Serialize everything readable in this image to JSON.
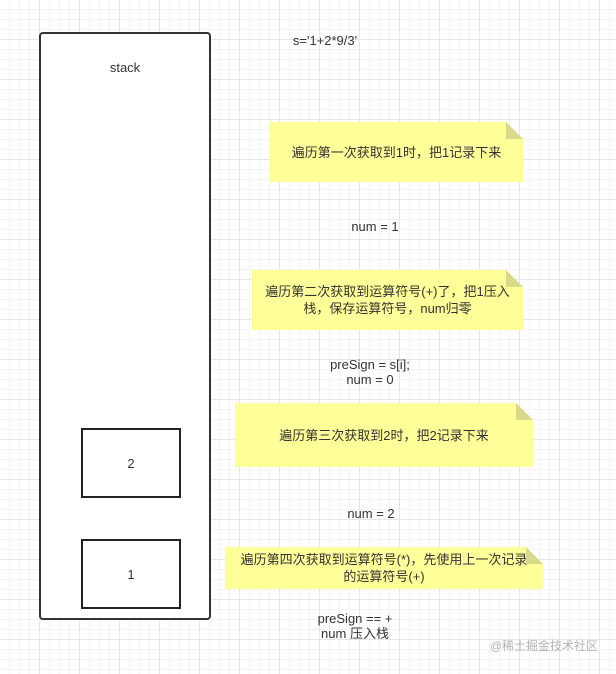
{
  "stack": {
    "label": "stack",
    "cells": [
      "2",
      "1"
    ]
  },
  "expression": "s='1+2*9/3'",
  "notes": [
    [
      "遍历第一次获取到1时，把1记录下来"
    ],
    [
      "遍历第二次获取到运算符号(+)了，把1压入",
      "栈，保存运算符号，num归零"
    ],
    [
      "遍历第三次获取到2时，把2记录下来"
    ],
    [
      "遍历第四次获取到运算符号(*)，先使用上一次记录",
      "的运算符号(+)"
    ]
  ],
  "steps": {
    "num_1": "num = 1",
    "presign_1": [
      "preSign = s[i];",
      "num = 0"
    ],
    "num_2": "num = 2",
    "presign_2": [
      "preSign == +",
      "num 压入栈"
    ]
  },
  "watermark": "@稀土掘金技术社区",
  "colors": {
    "note_fill": "#ffff99",
    "note_fold": "#d9d98c",
    "outline": "#333333",
    "grid": "#e6e6e6"
  }
}
